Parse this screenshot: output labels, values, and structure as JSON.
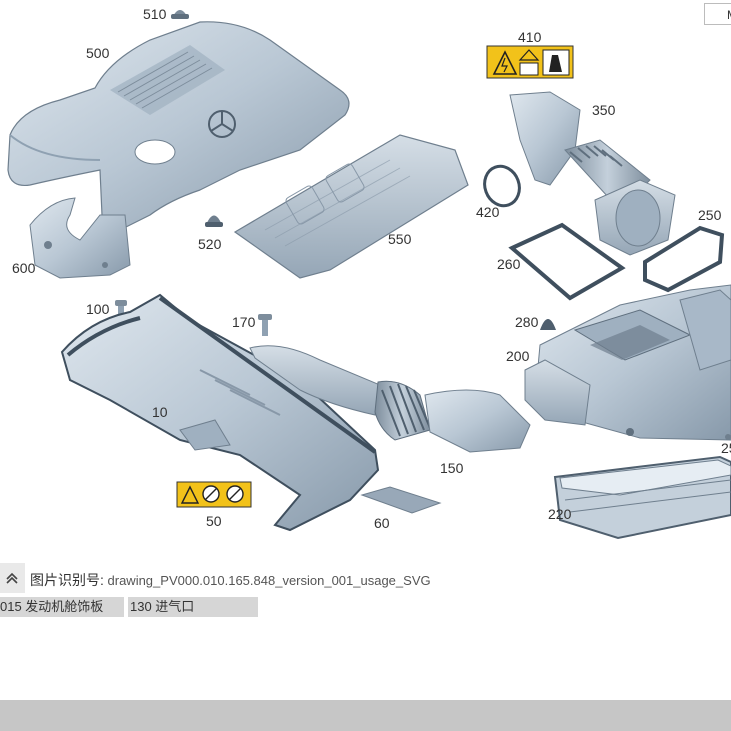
{
  "corner_button": {
    "label": "M"
  },
  "drawing": {
    "callouts": [
      {
        "id": "c510",
        "label": "510"
      },
      {
        "id": "c500",
        "label": "500"
      },
      {
        "id": "c410",
        "label": "410"
      },
      {
        "id": "c350",
        "label": "350"
      },
      {
        "id": "c420",
        "label": "420"
      },
      {
        "id": "c250",
        "label": "250"
      },
      {
        "id": "c520",
        "label": "520"
      },
      {
        "id": "c550",
        "label": "550"
      },
      {
        "id": "c600",
        "label": "600"
      },
      {
        "id": "c260",
        "label": "260"
      },
      {
        "id": "c100",
        "label": "100"
      },
      {
        "id": "c170",
        "label": "170"
      },
      {
        "id": "c280",
        "label": "280"
      },
      {
        "id": "c200",
        "label": "200"
      },
      {
        "id": "c10",
        "label": "10"
      },
      {
        "id": "c150",
        "label": "150"
      },
      {
        "id": "c25",
        "label": "25"
      },
      {
        "id": "c220",
        "label": "220"
      },
      {
        "id": "c50",
        "label": "50"
      },
      {
        "id": "c60",
        "label": "60"
      }
    ]
  },
  "image_id": {
    "label": "图片识别号:",
    "value": "drawing_PV000.010.165.848_version_001_usage_SVG"
  },
  "tabs": [
    {
      "label": "015 发动机舱饰板"
    },
    {
      "label": "130 进气口"
    }
  ],
  "colors": {
    "part_fill": "#b9c7d4",
    "part_shade": "#8fa1b2",
    "part_dark": "#5f6f7e",
    "warning_yellow": "#f2c21a",
    "tab_bg": "#d6d6d6",
    "bottom_bar": "#c6c6c6"
  }
}
